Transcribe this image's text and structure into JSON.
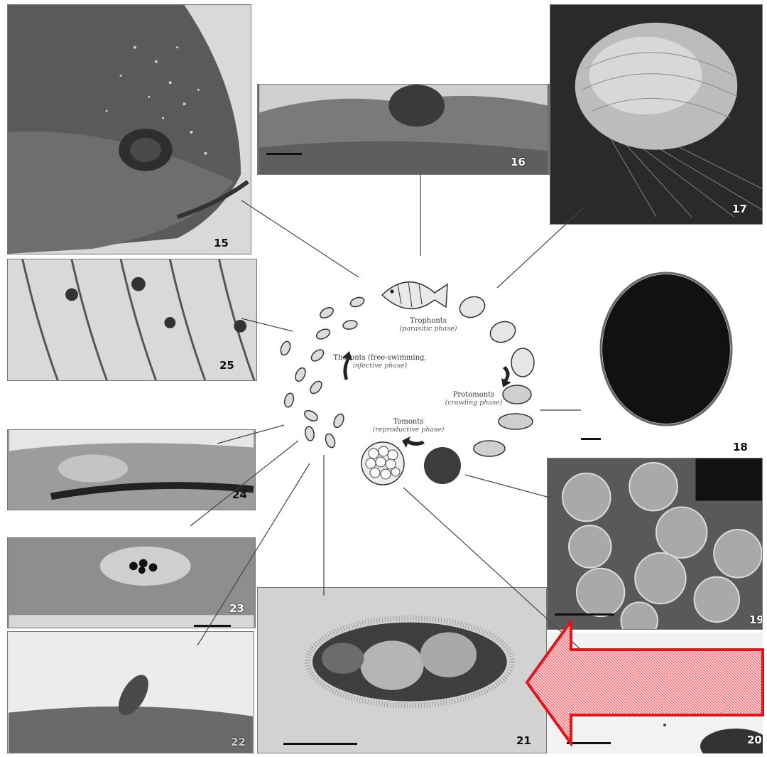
{
  "panels": {
    "p15": {
      "number": "15"
    },
    "p16": {
      "number": "16"
    },
    "p17": {
      "number": "17"
    },
    "p18": {
      "number": "18"
    },
    "p19": {
      "number": "19"
    },
    "p20": {
      "number": "20"
    },
    "p21": {
      "number": "21"
    },
    "p22": {
      "number": "22"
    },
    "p23": {
      "number": "23"
    },
    "p24": {
      "number": "24"
    },
    "p25": {
      "number": "25"
    }
  },
  "cycle": {
    "trophonts": {
      "name": "Trophonts",
      "phase": "(parasitic phase)"
    },
    "theronts": {
      "name": "Theronts (free-swimming,",
      "phase": "infective phase)"
    },
    "protomonts": {
      "name": "Protomonts",
      "phase": "(crawling phase)"
    },
    "tomonts": {
      "name": "Tomonts",
      "phase": "(reproductive phase)"
    }
  },
  "annotation": {
    "arrow_color": "#e3141b",
    "arrow_fill": "#f6c9cc",
    "direction": "left"
  }
}
